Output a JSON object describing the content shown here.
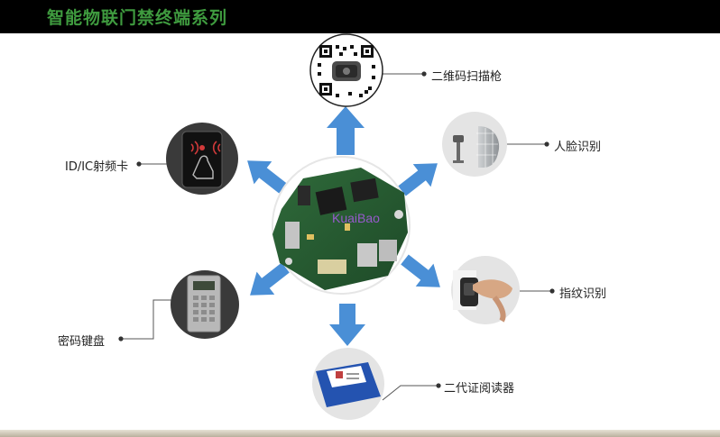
{
  "header": {
    "title": "智能物联门禁终端系列"
  },
  "center": {
    "watermark": "KuaiBao"
  },
  "nodes": {
    "qr_scanner": {
      "label": "二维码扫描枪",
      "icon": "qr-scanner-icon"
    },
    "face": {
      "label": "人脸识别",
      "icon": "face-recognition-icon"
    },
    "fingerprint": {
      "label": "指纹识别",
      "icon": "fingerprint-reader-icon"
    },
    "id_reader": {
      "label": "二代证阅读器",
      "icon": "id-card-reader-icon"
    },
    "keypad": {
      "label": "密码键盘",
      "icon": "password-keypad-icon"
    },
    "rfid": {
      "label": "ID/IC射频卡",
      "icon": "rfid-card-reader-icon"
    }
  },
  "colors": {
    "header_bg": "#000000",
    "title_green": "#3f9b3f",
    "arrow_blue": "#4a8fd6",
    "circle_gray": "#e4e4e4",
    "circle_dark": "#3a3a3a"
  }
}
